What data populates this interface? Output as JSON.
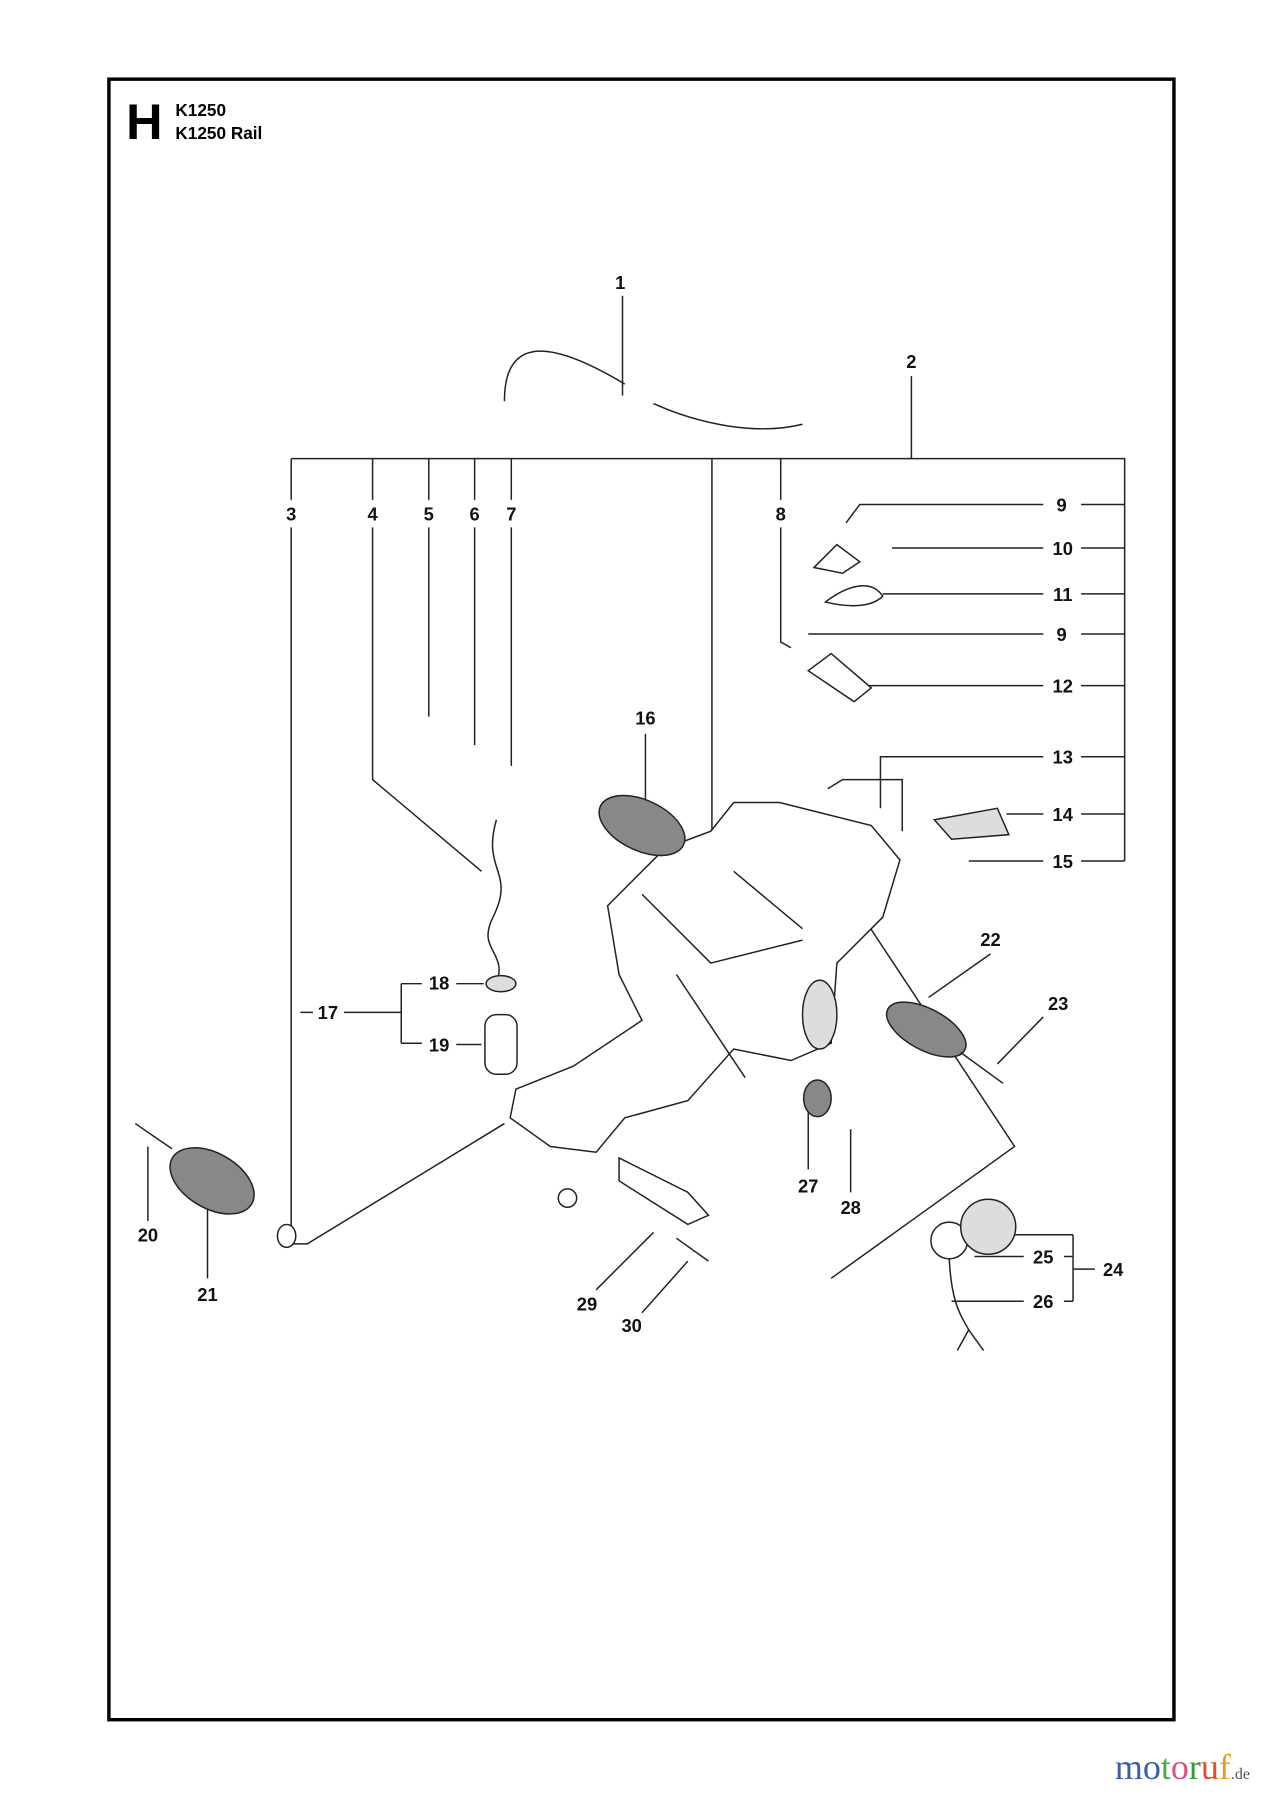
{
  "header": {
    "section_letter": "H",
    "models": [
      "K1250",
      "K1250 Rail"
    ]
  },
  "callouts": [
    "1",
    "2",
    "3",
    "4",
    "5",
    "6",
    "7",
    "8",
    "9",
    "10",
    "11",
    "9",
    "12",
    "13",
    "14",
    "15",
    "16",
    "17",
    "18",
    "19",
    "20",
    "21",
    "22",
    "23",
    "24",
    "25",
    "26",
    "27",
    "28",
    "29",
    "30"
  ],
  "watermark": {
    "brand": "motoruf",
    "tld": ".de",
    "letter_colors": [
      "#3a5fa8",
      "#3a5fa8",
      "#4aa84a",
      "#e0507a",
      "#3a9a3a",
      "#e0502a",
      "#e8a020",
      "#e8c020"
    ]
  }
}
